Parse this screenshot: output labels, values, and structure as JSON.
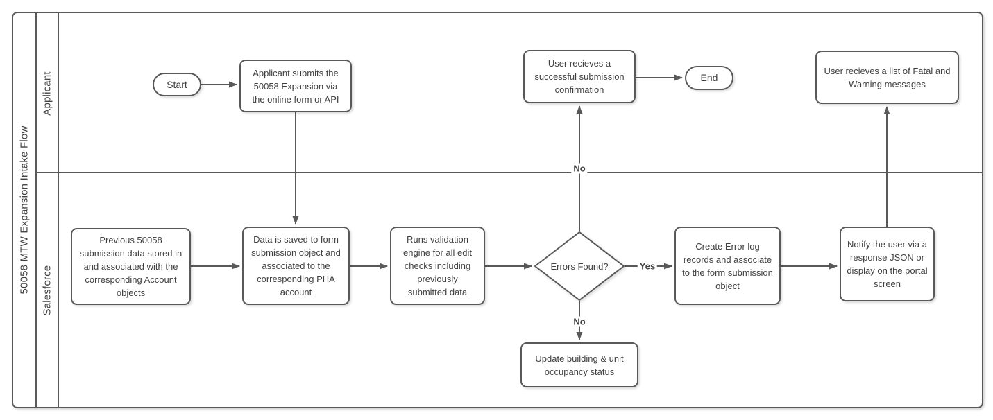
{
  "diagram": {
    "title": "50058 MTW Expansion Intake Flow",
    "lanes": [
      {
        "label": "Applicant"
      },
      {
        "label": "Salesforce"
      }
    ],
    "nodes": {
      "start": "Start",
      "applicant_submits": "Applicant submits the 50058 Expansion via the online form or API",
      "success_confirmation": "User recieves a successful submission confirmation",
      "end": "End",
      "fatal_warning_list": "User recieves a list of Fatal and Warning messages",
      "previous_data": "Previous 50058 submission data stored in and associated with the corresponding Account objects",
      "data_saved": "Data is saved to form submission object and associated to the corresponding PHA account",
      "runs_validation": "Runs validation engine for all edit checks including previously submitted data",
      "errors_found": "Errors Found?",
      "create_error_log": "Create Error log records and associate to the form submission object",
      "notify_user": "Notify the user via a response JSON or display on the portal screen",
      "update_occupancy": "Update building & unit occupancy status"
    },
    "edge_labels": {
      "yes": "Yes",
      "no_top": "No",
      "no_bottom": "No"
    },
    "colors": {
      "stroke": "#595959",
      "text": "#404040",
      "background": "#ffffff"
    }
  }
}
